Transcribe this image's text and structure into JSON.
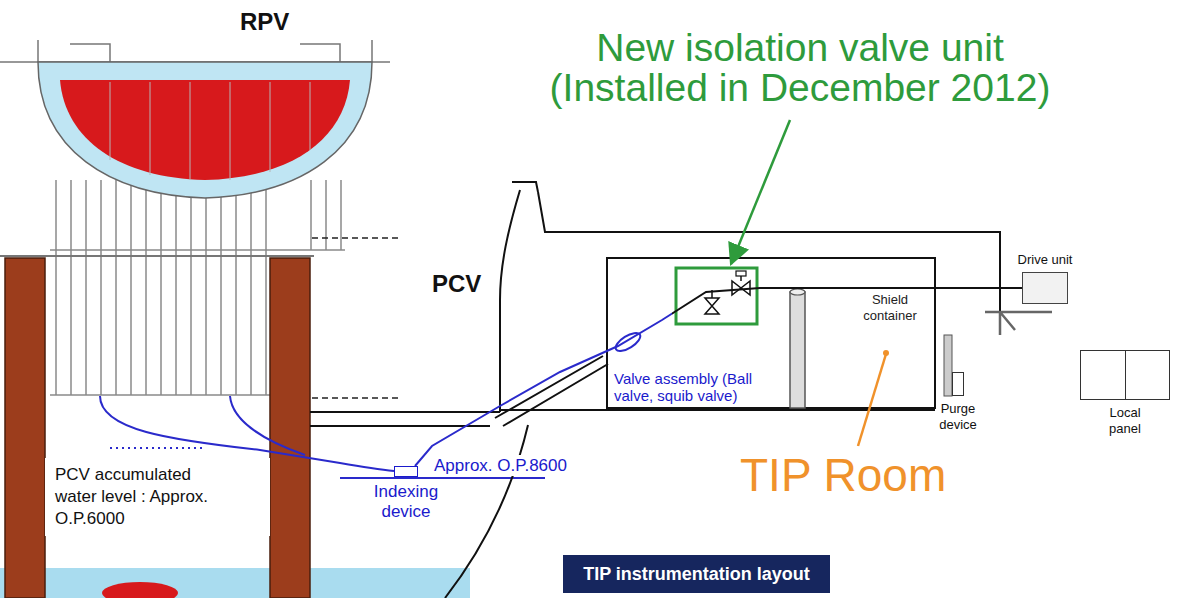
{
  "diagram": {
    "caption": "TIP instrumentation layout",
    "nodes": [
      {
        "text": [
          "Drive unit"
        ]
      },
      {
        "text": [
          "Local panel"
        ]
      },
      {
        "text": [
          "Purge device"
        ]
      },
      {
        "text": [
          "Indexing device"
        ]
      }
    ],
    "edges": [
      {
        "from": 3,
        "to": 0,
        "arrow": "none"
      }
    ],
    "labels": [
      "RPV",
      "New isolation valve unit (Installed in December 2012)",
      "PCV",
      "Shield container",
      "Valve assembly (Ball valve, squib valve)",
      "Approx. O.P.8600",
      "TIP Room",
      "PCV accumulated water level : Approx. O.P.6000"
    ]
  }
}
